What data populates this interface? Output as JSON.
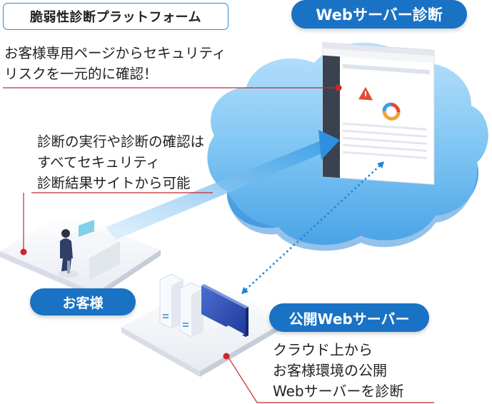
{
  "title_badge": "脆弱性診断プラットフォーム",
  "web_scan_badge": "Webサーバー診断",
  "customer_badge": "お客様",
  "public_server_badge": "公開Webサーバー",
  "desc_portal": "お客様専用ページからセキュリティ\nリスクを一元的に確認！",
  "desc_site": "診断の実行や診断の確認は\nすべてセキュリティ\n診断結果サイトから可能",
  "desc_cloud": "クラウド上から\nお客様環境の公開\nWebサーバーを診断",
  "colors": {
    "brand_blue": "#1a72c4",
    "cloud": "#63b8ef",
    "leader_red": "#c8282e",
    "outline": "#2a8bd8"
  }
}
